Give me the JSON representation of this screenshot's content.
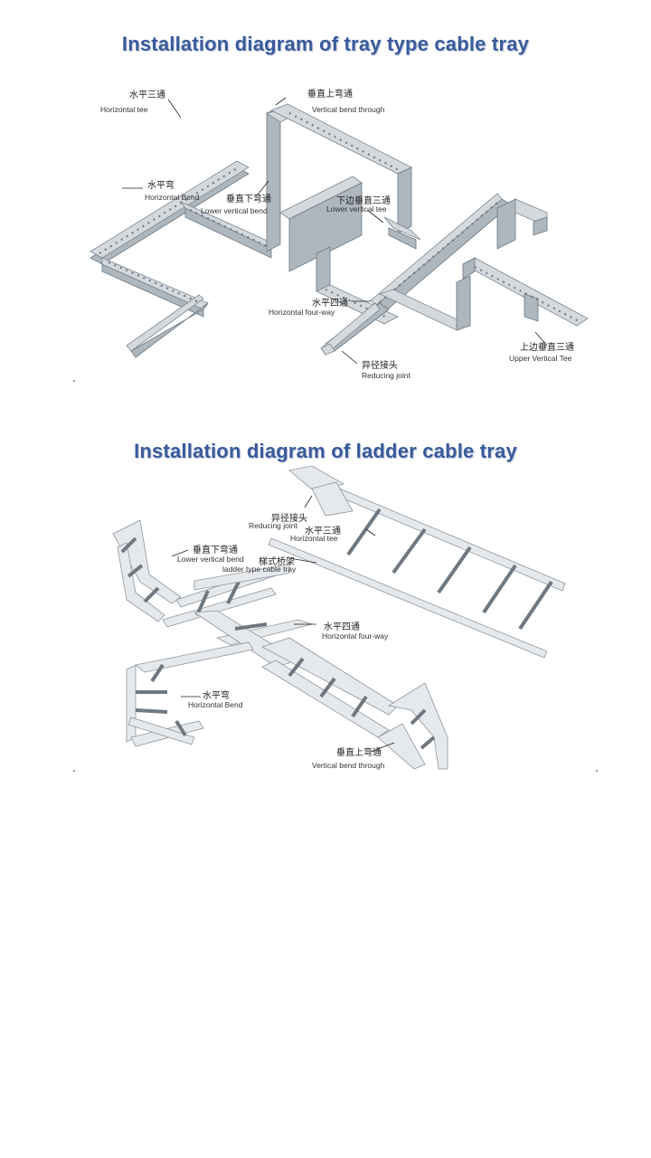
{
  "diagram1": {
    "title": "Installation diagram of tray type cable tray",
    "labels": {
      "horizontal_tee": {
        "cn": "水平三通",
        "en": "Horizontal tee"
      },
      "vertical_bend_through": {
        "cn": "垂直上弯通",
        "en": "Vertical bend through"
      },
      "horizontal_bend": {
        "cn": "水平弯",
        "en": "Horizontal Bend"
      },
      "lower_vertical_bend": {
        "cn": "垂直下弯通",
        "en": "Lower vertical bend"
      },
      "lower_vertical_tee": {
        "cn": "下边垂直三通",
        "en": "Lower vertical tee"
      },
      "horizontal_four_way": {
        "cn": "水平四通",
        "en": "Horizontal  four-way"
      },
      "reducing_joint": {
        "cn": "异径接头",
        "en": "Reducing joint"
      },
      "upper_vertical_tee": {
        "cn": "上边垂直三通",
        "en": "Upper Vertical Tee"
      }
    }
  },
  "diagram2": {
    "title": "Installation diagram of ladder cable tray",
    "labels": {
      "reducing_joint": {
        "cn": "异径接头",
        "en": "Reducing joint"
      },
      "horizontal_tee": {
        "cn": "水平三通",
        "en": "Horizontal tee"
      },
      "lower_vertical_bend": {
        "cn": "垂直下弯通",
        "en": "Lower vertical bend"
      },
      "ladder_tray": {
        "cn": "梯式桥架",
        "en": "ladder type cable tray"
      },
      "horizontal_four_way": {
        "cn": "水平四通",
        "en": "Horizontal  four-way"
      },
      "horizontal_bend": {
        "cn": "水平弯",
        "en": "Horizontal Bend"
      },
      "vertical_bend_through": {
        "cn": "垂直上弯通",
        "en": "Vertical bend through"
      }
    }
  },
  "colors": {
    "title": "#3a5a9a",
    "tray_metal": "#d4d9de",
    "tray_shadow": "#aeb6be"
  }
}
